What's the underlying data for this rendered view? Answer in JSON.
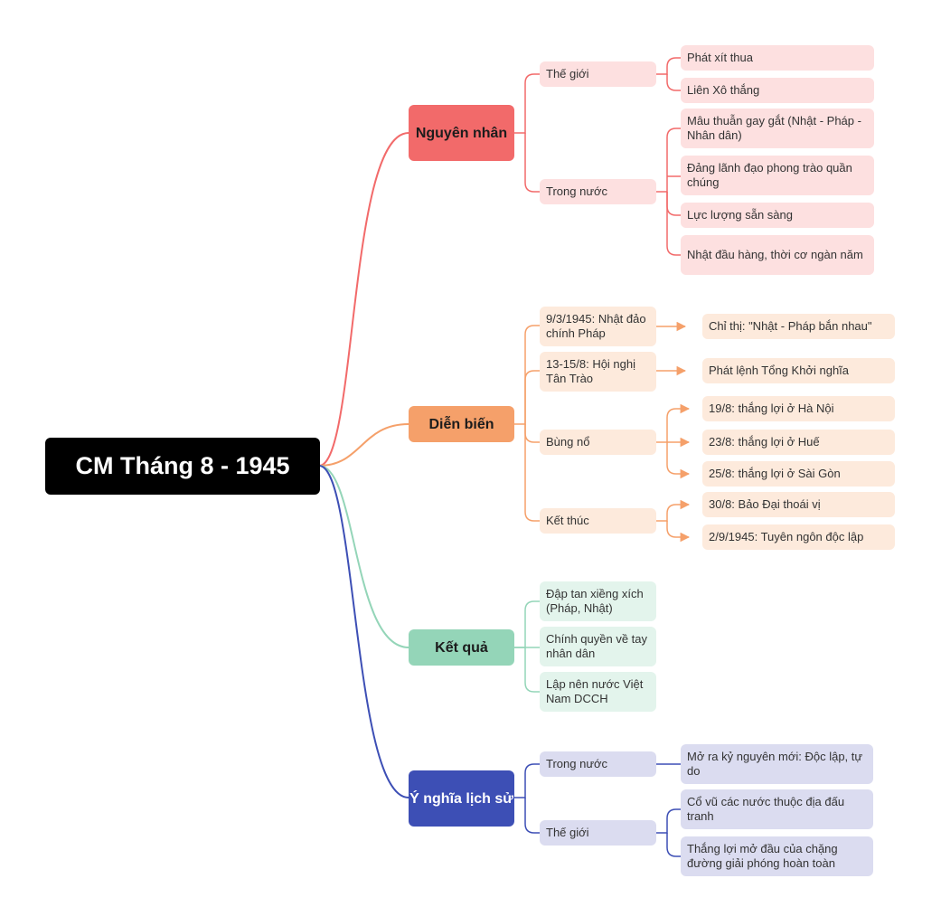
{
  "root": "CM Tháng 8 - 1945",
  "branches": [
    {
      "label": "Nguyên nhân",
      "children": [
        {
          "label": "Thế giới",
          "children": [
            "Phát xít thua",
            "Liên Xô thắng"
          ]
        },
        {
          "label": "Trong nước",
          "children": [
            "Mâu thuẫn gay gắt (Nhật - Pháp - Nhân dân)",
            "Đảng lãnh đạo phong trào quần chúng",
            "Lực lượng sẵn sàng",
            "Nhật đầu hàng, thời cơ ngàn năm"
          ]
        }
      ]
    },
    {
      "label": "Diễn biến",
      "children": [
        {
          "label": "9/3/1945: Nhật đảo chính Pháp",
          "children": [
            "Chỉ thị: \"Nhật - Pháp bắn nhau\""
          ]
        },
        {
          "label": "13-15/8: Hội nghị Tân Trào",
          "children": [
            "Phát lệnh Tổng Khởi nghĩa"
          ]
        },
        {
          "label": "Bùng nổ",
          "children": [
            "19/8: thắng lợi ở Hà Nội",
            "23/8: thắng lợi ở Huế",
            "25/8: thắng lợi ở Sài Gòn"
          ]
        },
        {
          "label": "Kết thúc",
          "children": [
            "30/8: Bảo Đại thoái vị",
            "2/9/1945: Tuyên ngôn độc lập"
          ]
        }
      ]
    },
    {
      "label": "Kết quả",
      "children": [
        {
          "label": "Đập tan xiềng xích (Pháp, Nhật)",
          "children": []
        },
        {
          "label": "Chính quyền về tay nhân dân",
          "children": []
        },
        {
          "label": "Lập nên nước Việt Nam DCCH",
          "children": []
        }
      ]
    },
    {
      "label": "Ý nghĩa lịch sử",
      "children": [
        {
          "label": "Trong nước",
          "children": [
            "Mở ra kỷ nguyên mới: Độc lập, tự do"
          ]
        },
        {
          "label": "Thế giới",
          "children": [
            "Cổ vũ các nước thuộc địa đấu tranh",
            "Thắng lợi mở đầu của chặng đường giải phóng hoàn toàn"
          ]
        }
      ]
    }
  ],
  "colors": {
    "red": "#f26a6a",
    "orange": "#f5a06a",
    "green": "#94d5b8",
    "blue": "#3d4fb5"
  }
}
